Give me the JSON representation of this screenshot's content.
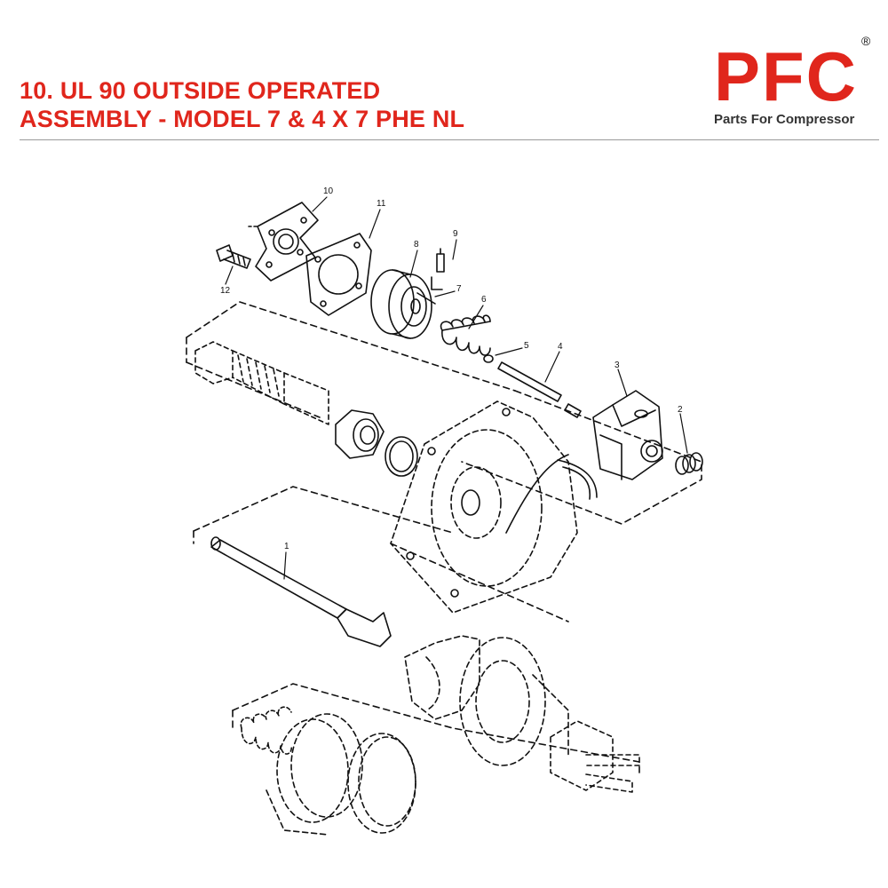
{
  "title": {
    "line1": "10. UL 90 OUTSIDE OPERATED",
    "line2": "ASSEMBLY - MODEL 7 & 4 X 7 PHE NL"
  },
  "logo": {
    "mark": "PFC",
    "registered": "®",
    "tagline": "Parts For Compressor"
  },
  "colors": {
    "brand_red": "#e0261c",
    "line": "#111111",
    "rule": "#9a9a9a"
  },
  "callouts": [
    "10",
    "11",
    "9",
    "8",
    "7",
    "6",
    "5",
    "4",
    "3",
    "2",
    "12",
    "1"
  ]
}
